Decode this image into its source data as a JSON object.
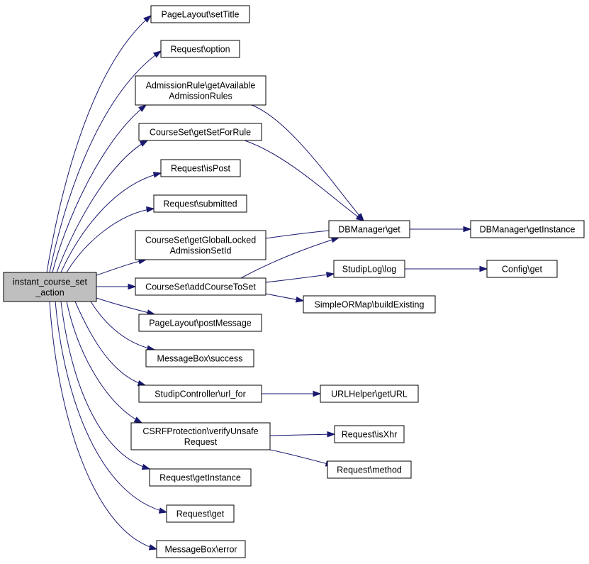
{
  "graph": {
    "type": "call-graph",
    "edge_color": "#191970",
    "root_fill": "#bfbfbf",
    "node_fill": "#ffffff",
    "nodes": [
      {
        "id": "root",
        "lines": [
          "instant_course_set",
          "_action"
        ],
        "root": true
      },
      {
        "id": "setTitle",
        "lines": [
          "PageLayout\\setTitle"
        ]
      },
      {
        "id": "option",
        "lines": [
          "Request\\option"
        ]
      },
      {
        "id": "getAvail",
        "lines": [
          "AdmissionRule\\getAvailable",
          "AdmissionRules"
        ]
      },
      {
        "id": "getSetForRule",
        "lines": [
          "CourseSet\\getSetForRule"
        ]
      },
      {
        "id": "isPost",
        "lines": [
          "Request\\isPost"
        ]
      },
      {
        "id": "submitted",
        "lines": [
          "Request\\submitted"
        ]
      },
      {
        "id": "getGlobal",
        "lines": [
          "CourseSet\\getGlobalLocked",
          "AdmissionSetId"
        ]
      },
      {
        "id": "addCourse",
        "lines": [
          "CourseSet\\addCourseToSet"
        ]
      },
      {
        "id": "postMessage",
        "lines": [
          "PageLayout\\postMessage"
        ]
      },
      {
        "id": "success",
        "lines": [
          "MessageBox\\success"
        ]
      },
      {
        "id": "urlFor",
        "lines": [
          "StudipController\\url_for"
        ]
      },
      {
        "id": "csrf",
        "lines": [
          "CSRFProtection\\verifyUnsafe",
          "Request"
        ]
      },
      {
        "id": "getInstanceReq",
        "lines": [
          "Request\\getInstance"
        ]
      },
      {
        "id": "reqGet",
        "lines": [
          "Request\\get"
        ]
      },
      {
        "id": "error",
        "lines": [
          "MessageBox\\error"
        ]
      },
      {
        "id": "dbGet",
        "lines": [
          "DBManager\\get"
        ]
      },
      {
        "id": "studipLog",
        "lines": [
          "StudipLog\\log"
        ]
      },
      {
        "id": "buildExisting",
        "lines": [
          "SimpleORMap\\buildExisting"
        ]
      },
      {
        "id": "getURL",
        "lines": [
          "URLHelper\\getURL"
        ]
      },
      {
        "id": "isXhr",
        "lines": [
          "Request\\isXhr"
        ]
      },
      {
        "id": "method",
        "lines": [
          "Request\\method"
        ]
      },
      {
        "id": "dbGetInstance",
        "lines": [
          "DBManager\\getInstance"
        ]
      },
      {
        "id": "configGet",
        "lines": [
          "Config\\get"
        ]
      }
    ],
    "edges": [
      {
        "from": "root",
        "to": "setTitle"
      },
      {
        "from": "root",
        "to": "option"
      },
      {
        "from": "root",
        "to": "getAvail"
      },
      {
        "from": "root",
        "to": "getSetForRule"
      },
      {
        "from": "root",
        "to": "isPost"
      },
      {
        "from": "root",
        "to": "submitted"
      },
      {
        "from": "root",
        "to": "getGlobal"
      },
      {
        "from": "root",
        "to": "addCourse"
      },
      {
        "from": "root",
        "to": "postMessage"
      },
      {
        "from": "root",
        "to": "success"
      },
      {
        "from": "root",
        "to": "urlFor"
      },
      {
        "from": "root",
        "to": "csrf"
      },
      {
        "from": "root",
        "to": "getInstanceReq"
      },
      {
        "from": "root",
        "to": "reqGet"
      },
      {
        "from": "root",
        "to": "error"
      },
      {
        "from": "getAvail",
        "to": "dbGet"
      },
      {
        "from": "getSetForRule",
        "to": "dbGet"
      },
      {
        "from": "getGlobal",
        "to": "dbGet"
      },
      {
        "from": "addCourse",
        "to": "dbGet"
      },
      {
        "from": "addCourse",
        "to": "studipLog"
      },
      {
        "from": "addCourse",
        "to": "buildExisting"
      },
      {
        "from": "urlFor",
        "to": "getURL"
      },
      {
        "from": "csrf",
        "to": "isXhr"
      },
      {
        "from": "csrf",
        "to": "method"
      },
      {
        "from": "dbGet",
        "to": "dbGetInstance"
      },
      {
        "from": "studipLog",
        "to": "configGet"
      }
    ]
  }
}
